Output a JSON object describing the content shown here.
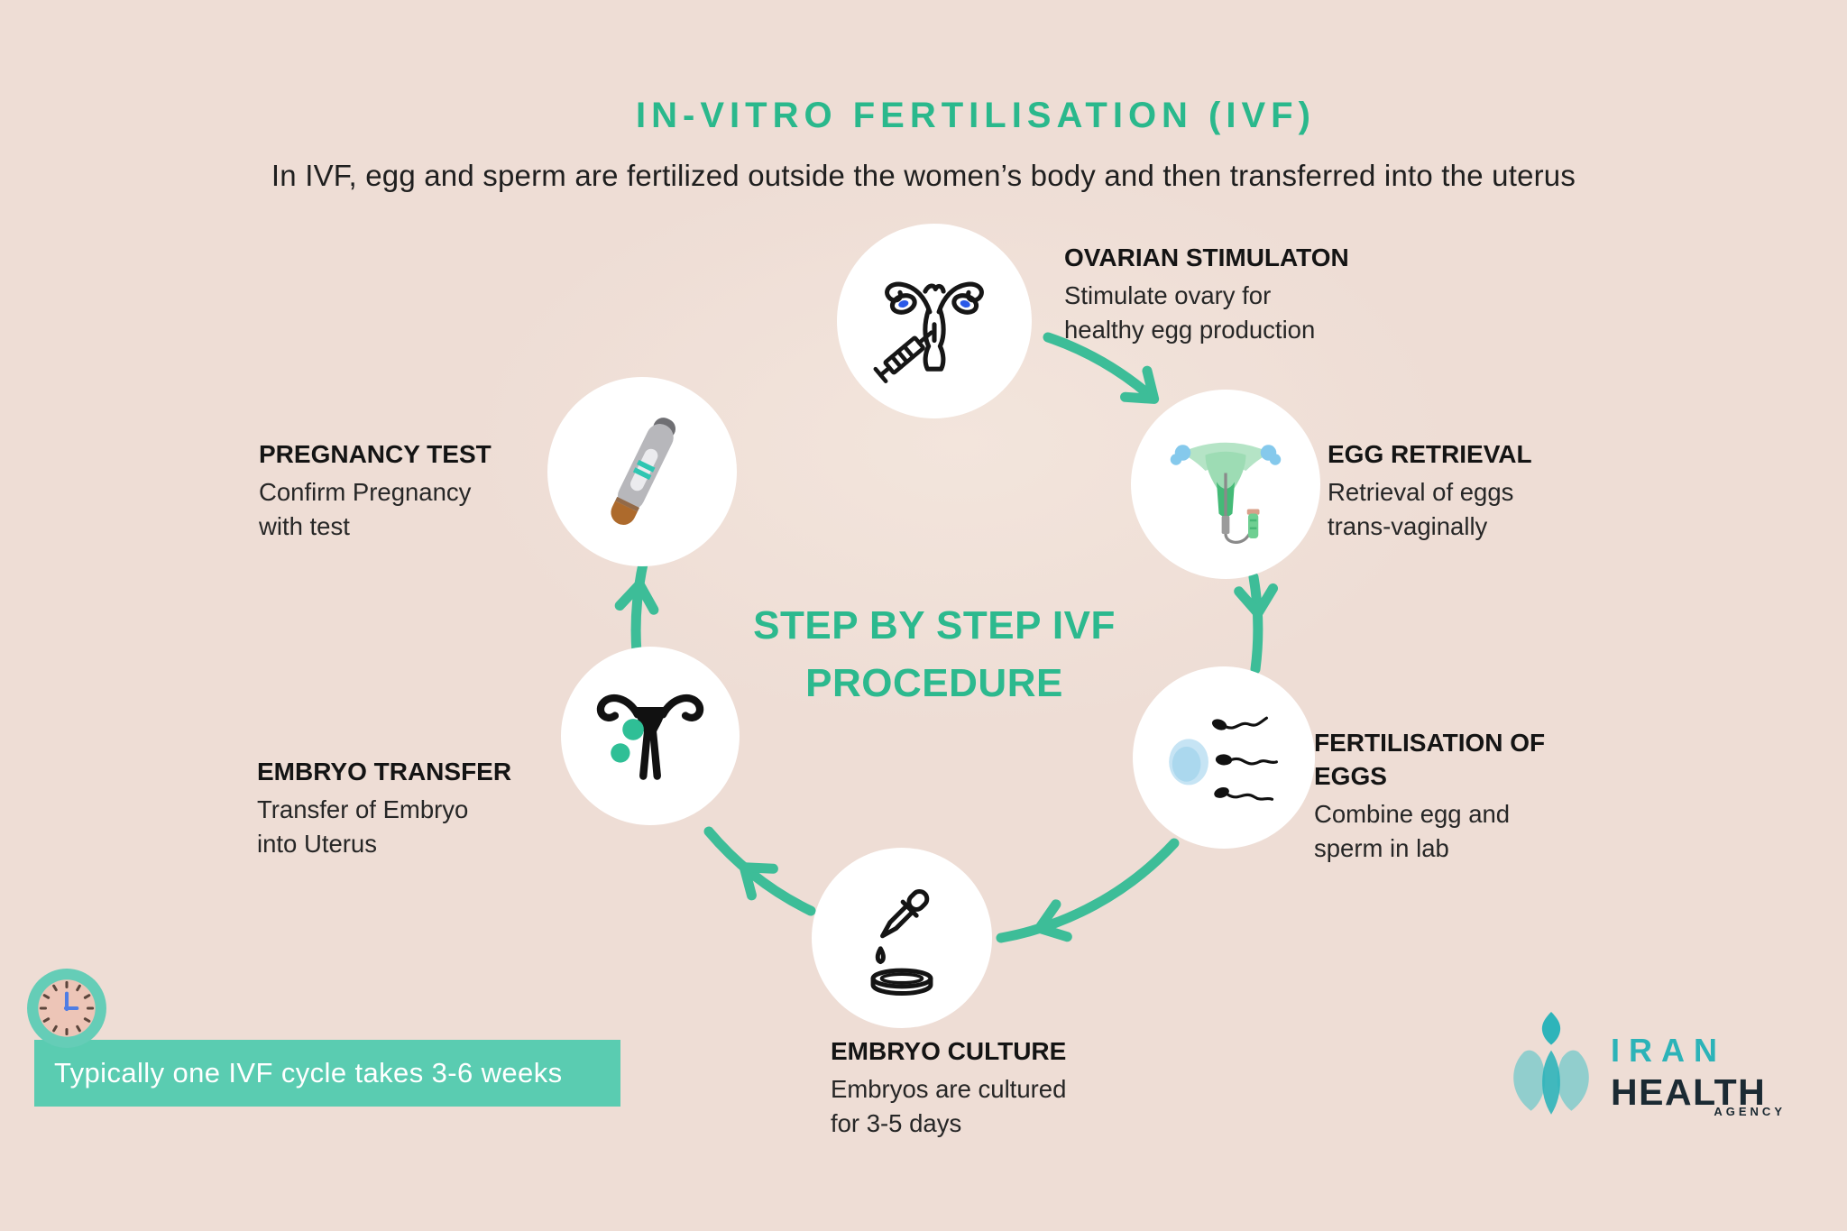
{
  "page": {
    "title": "IN-VITRO FERTILISATION (IVF)",
    "subtitle": "In IVF, egg and sperm are fertilized outside the women’s body and then transferred into the uterus"
  },
  "center": {
    "line1": "STEP BY STEP IVF",
    "line2": "PROCEDURE"
  },
  "steps": [
    {
      "title": "OVARIAN STIMULATON",
      "desc_line1": "Stimulate ovary for",
      "desc_line2": "healthy egg production",
      "icon": "uterus-syringe-icon"
    },
    {
      "title": "EGG RETRIEVAL",
      "desc_line1": "Retrieval of eggs",
      "desc_line2": "trans-vaginally",
      "icon": "uterus-egg-retrieval-icon"
    },
    {
      "title_line1": "FERTILISATION OF",
      "title_line2": "EGGS",
      "desc_line1": "Combine egg and",
      "desc_line2": "sperm in lab",
      "icon": "egg-and-sperm-icon"
    },
    {
      "title": "EMBRYO CULTURE",
      "desc_line1": "Embryos are cultured",
      "desc_line2": "for 3-5 days",
      "icon": "dropper-petri-dish-icon"
    },
    {
      "title": "EMBRYO TRANSFER",
      "desc_line1": "Transfer of Embryo",
      "desc_line2": "into Uterus",
      "icon": "uterus-embryos-icon"
    },
    {
      "title": "PREGNANCY TEST",
      "desc_line1": "Confirm Pregnancy",
      "desc_line2": "with test",
      "icon": "pregnancy-test-stick-icon"
    }
  ],
  "banner": {
    "text": "Typically one IVF cycle takes 3-6 weeks",
    "icon": "clock-icon"
  },
  "brand": {
    "name_top": "IRAN",
    "name_bottom": "HEALTH",
    "name_small": "AGENCY"
  },
  "colors": {
    "background": "#eeddd5",
    "title_teal": "#2ab88c",
    "center_teal": "#2cb98e",
    "arrow_teal": "#3dbd98",
    "banner_teal": "#5accb1",
    "banner_text": "#ffffff",
    "text_dark": "#1d1d1d",
    "embryo_teal": "#2fbf96",
    "logo_teal": "#2cb3b8",
    "logo_dark": "#1b2a33",
    "ovary_blue": "#2a59e8",
    "egg_blue": "#c6e4f4"
  }
}
